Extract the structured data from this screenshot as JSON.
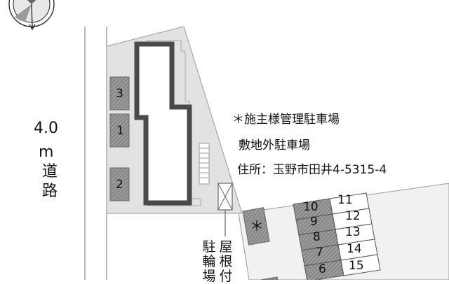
{
  "road": {
    "width_label": "4.0",
    "width_unit": "m",
    "road_label_1": "道",
    "road_label_2": "路"
  },
  "legend": {
    "owner_parking": "＊施主様管理駐車場",
    "offsite_parking": "敷地外駐車場",
    "address": "住所：玉野市田井4-5315-4"
  },
  "onsite_spaces": [
    "3",
    "1",
    "2"
  ],
  "owner_space_mark": "＊",
  "offsite_spaces": {
    "shaded": [
      "10",
      "9",
      "8",
      "7",
      "6"
    ],
    "white": [
      "11",
      "12",
      "13",
      "14",
      "15"
    ]
  },
  "bike_parking": {
    "col1": [
      "駐",
      "輪",
      "場"
    ],
    "col2": [
      "屋",
      "根",
      "付"
    ]
  },
  "colors": {
    "site": "#e2e2e2",
    "building_outline": "#555555",
    "shaded_space": "#8f8f8f",
    "line": "#777777"
  }
}
